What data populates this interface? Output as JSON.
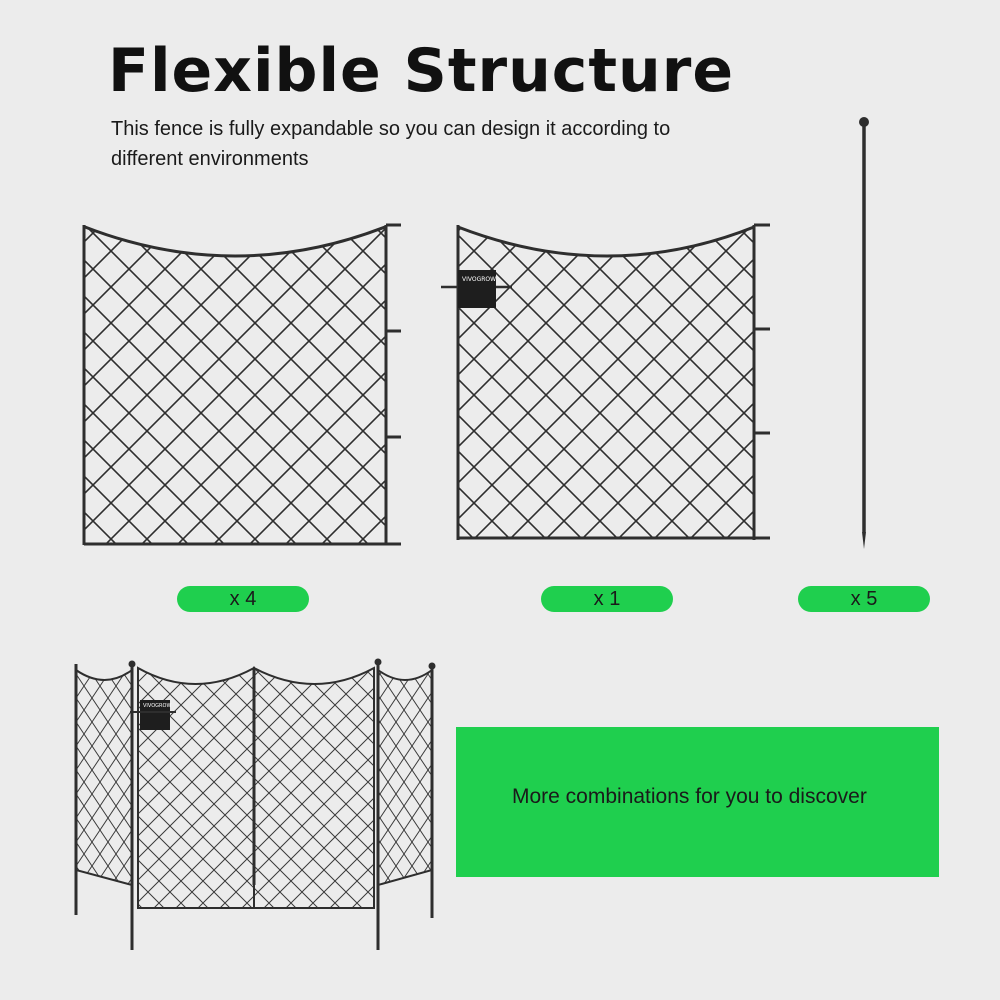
{
  "header": {
    "title": "Flexible Structure",
    "subtitle": "This fence is fully expandable so you can design it according to different environments"
  },
  "components": [
    {
      "name": "fence-panel",
      "quantity": "x 4"
    },
    {
      "name": "gate-panel",
      "quantity": "x 1"
    },
    {
      "name": "stake",
      "quantity": "x 5"
    }
  ],
  "logo_text": "VIVOGROW",
  "callout": {
    "text": "More combinations for you to discover"
  },
  "colors": {
    "accent": "#1fcf4e",
    "metal": "#2e2e2e",
    "background": "#ececec"
  }
}
